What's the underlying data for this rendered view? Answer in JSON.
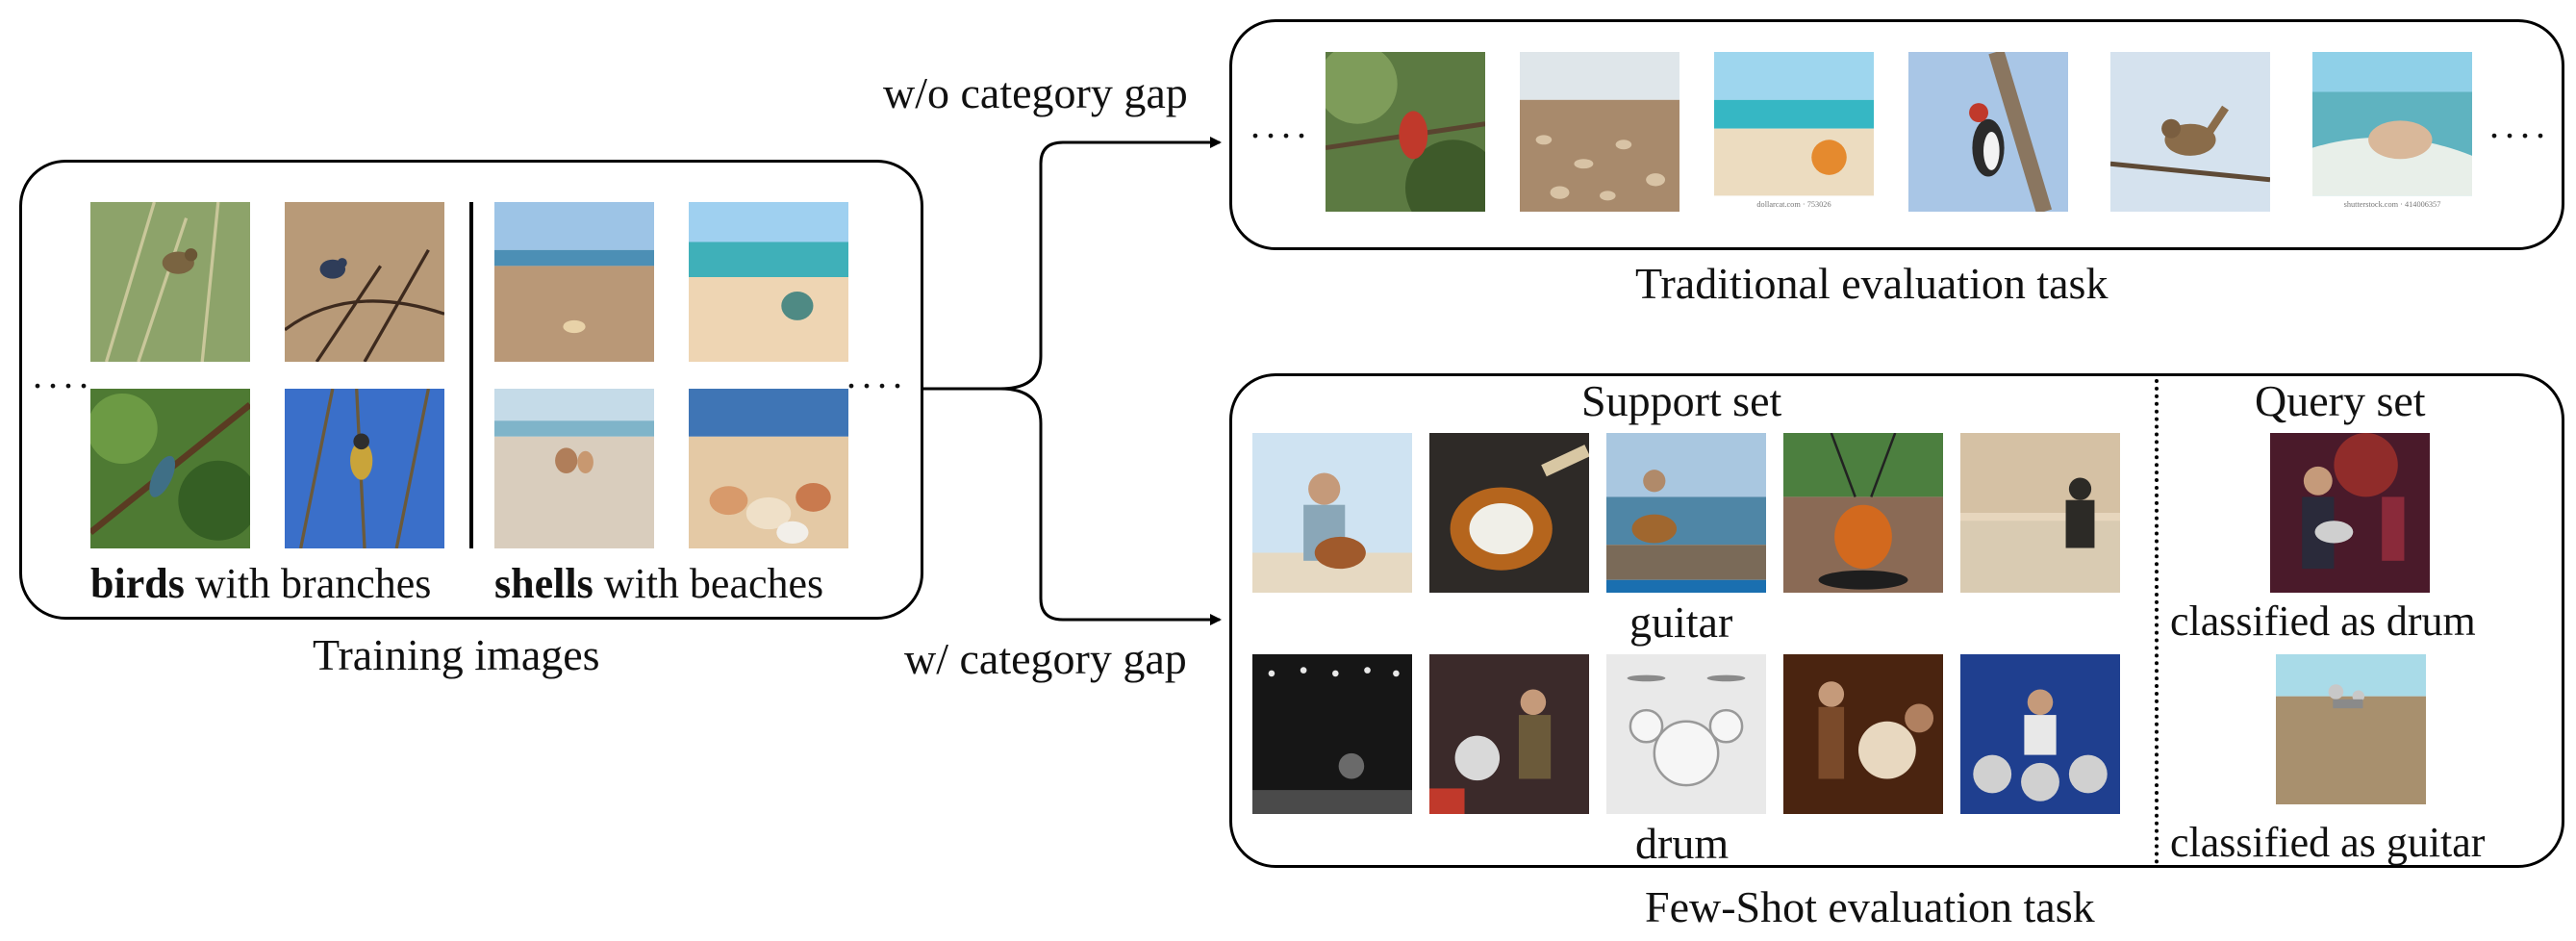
{
  "training": {
    "birds_word": "birds",
    "birds_rest": " with branches",
    "shells_word": "shells",
    "shells_rest": " with beaches",
    "caption": "Training images"
  },
  "arrows": {
    "top_label": "w/o category gap",
    "bottom_label": "w/ category gap"
  },
  "traditional": {
    "caption": "Traditional evaluation task"
  },
  "fewshot": {
    "support_title": "Support set",
    "query_title": "Query set",
    "guitar_label": "guitar",
    "drum_label": "drum",
    "query1_label": "classified as drum",
    "query2_label": "classified as guitar",
    "caption": "Few-Shot evaluation task"
  },
  "ellipsis": "....",
  "watermarks": {
    "shell1": "dollarcat.com · 753026",
    "shell2": "shutterstock.com · 414006357"
  },
  "icons": [
    "bird-photo",
    "shell-photo",
    "guitar-photo",
    "drum-photo",
    "arrow-right-icon"
  ]
}
